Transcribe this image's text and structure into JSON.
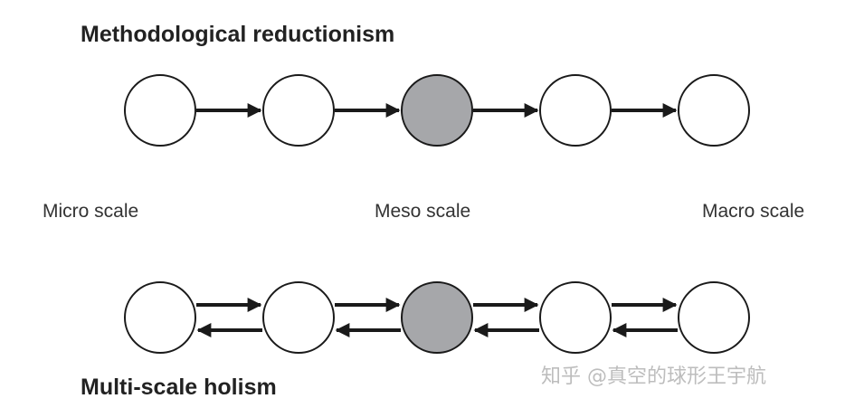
{
  "diagram": {
    "top": {
      "title": "Methodological reductionism",
      "nodes": 5,
      "highlighted_index": 2,
      "arrows": "forward"
    },
    "bottom": {
      "title": "Multi-scale holism",
      "nodes": 5,
      "highlighted_index": 2,
      "arrows": "bidirectional"
    },
    "scales": {
      "micro": "Micro scale",
      "meso": "Meso scale",
      "macro": "Macro scale"
    }
  },
  "watermark": "知乎 @真空的球形王宇航",
  "colors": {
    "node_fill": "#ffffff",
    "highlight_fill": "#a6a7aa",
    "stroke": "#1a1a1a"
  }
}
